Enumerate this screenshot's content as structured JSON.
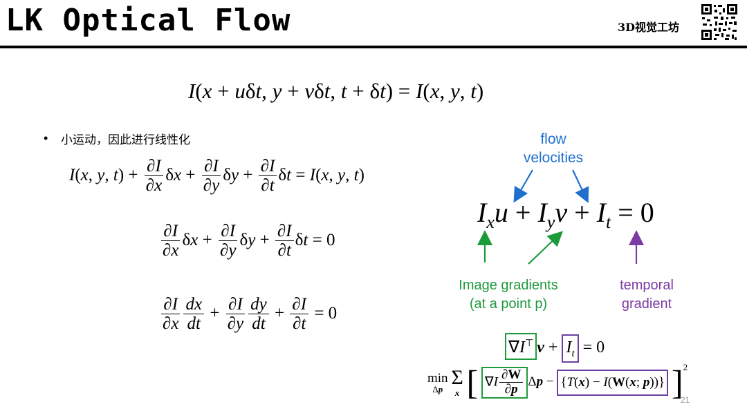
{
  "header": {
    "title": "LK Optical Flow",
    "brand": "3D视觉工坊"
  },
  "equations": {
    "brightness_constancy": "I(x + uδt, y + vδt, t + δt) = I(x, y, t)",
    "linearized_1": "I(x, y, t) + ∂I/∂x δx + ∂I/∂y δy + ∂I/∂t δt = I(x, y, t)",
    "linearized_2": "∂I/∂x δx + ∂I/∂y δy + ∂I/∂t δt = 0",
    "linearized_3": "∂I/∂x dx/dt + ∂I/∂y dy/dt + ∂I/∂t = 0",
    "optical_flow": "I_x u + I_y v + I_t = 0",
    "vector_form": "∇I^T v + I_t = 0",
    "objective": "min_Δp Σ_x [∇I ∂W/∂p Δp − {T(x) − I(W(x;p))}]^2"
  },
  "bullet": {
    "text": "小运动，因此进行线性化"
  },
  "annotations": {
    "flow_velocities": "flow\nvelocities",
    "flow_line1": "flow",
    "flow_line2": "velocities",
    "image_gradients_line1": "Image gradients",
    "image_gradients_line2": "(at a point p)",
    "temporal_line1": "temporal",
    "temporal_line2": "gradient"
  },
  "page_number": "21",
  "colors": {
    "blue": "#1f6fcf",
    "green": "#1d9a3a",
    "purple": "#7c3aa3"
  }
}
